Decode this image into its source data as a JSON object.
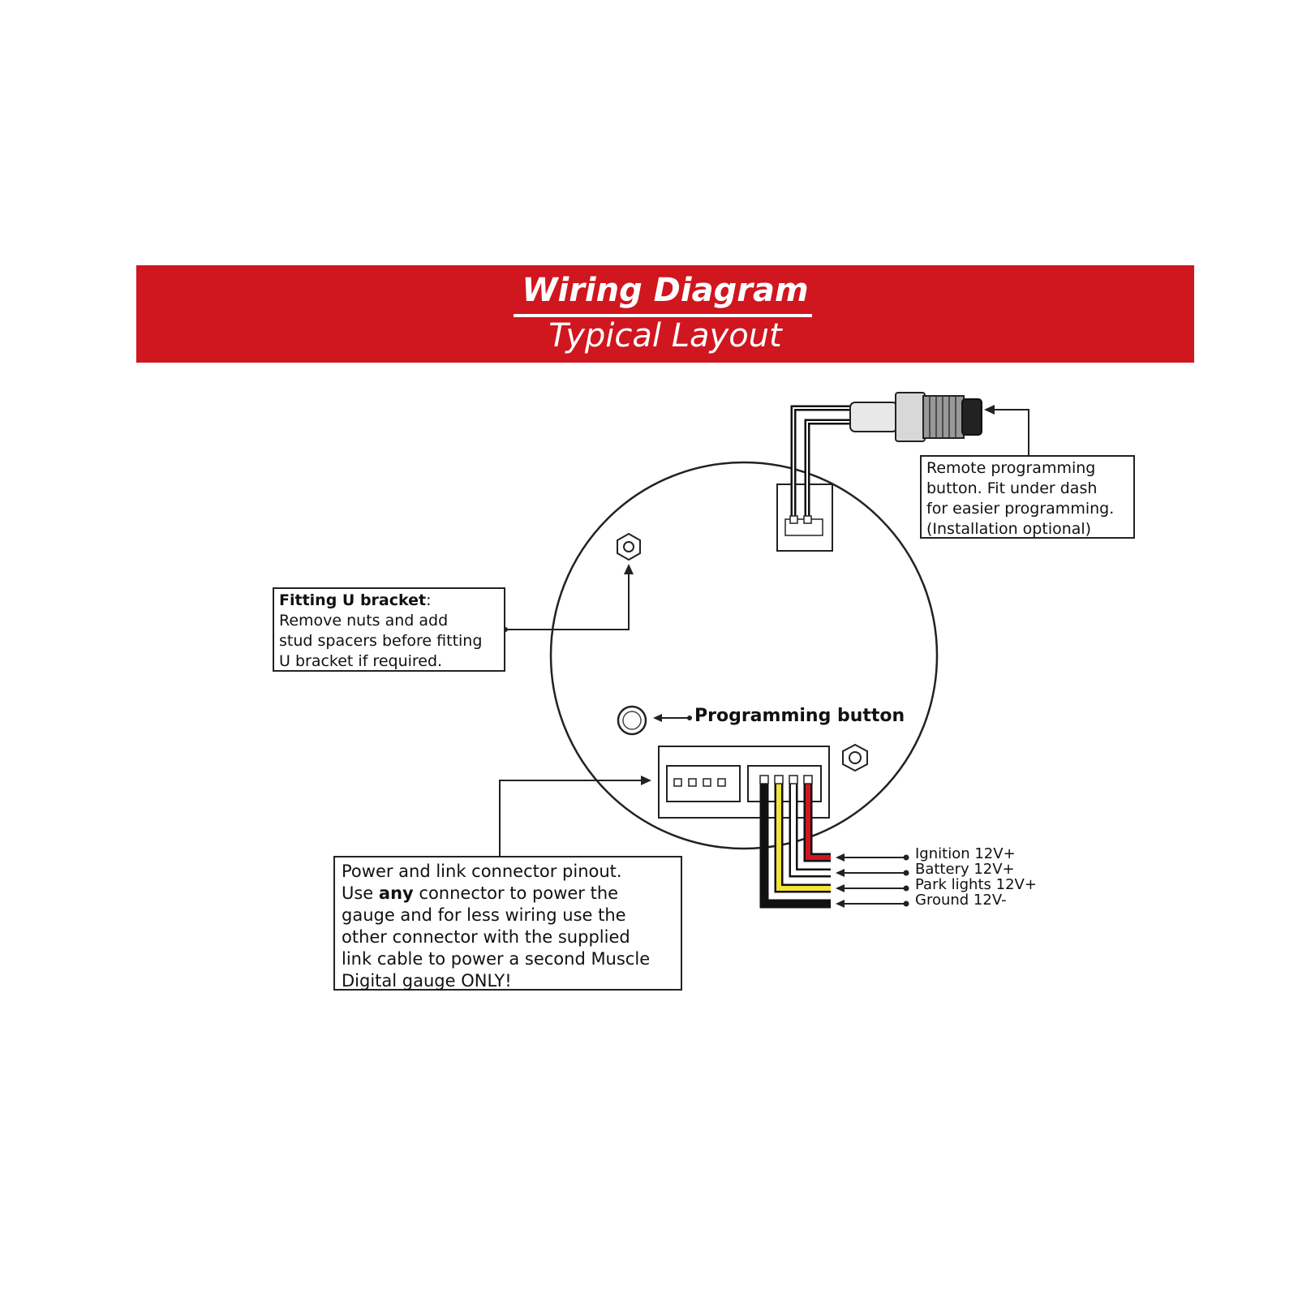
{
  "header": {
    "title": "Wiring Diagram",
    "subtitle": "Typical Layout"
  },
  "callouts": {
    "bracket": {
      "heading": "Fitting U bracket",
      "heading_suffix": ":",
      "lines": [
        "Remove nuts and add",
        "stud spacers before fitting",
        "U bracket if required."
      ]
    },
    "remote": {
      "lines": [
        "Remote programming",
        "button. Fit under dash",
        "for easier programming.",
        "(Installation optional)"
      ]
    },
    "power": {
      "line1": "Power and link connector pinout.",
      "line2_pre": "Use ",
      "line2_bold": "any",
      "line2_post": " connector to power the",
      "lines_rest": [
        "gauge and for less wiring use the",
        "other connector with the supplied",
        "link cable to power a second Muscle",
        "Digital gauge ONLY!"
      ]
    },
    "programming_button": "Programming button"
  },
  "wires": [
    {
      "label": "Ignition 12V+",
      "color": "#d0161f"
    },
    {
      "label": "Battery 12V+",
      "color": "#ffffff"
    },
    {
      "label": "Park lights 12V+",
      "color": "#f2e43a"
    },
    {
      "label": "Ground 12V-",
      "color": "#111111"
    }
  ],
  "colors": {
    "banner": "#d0161f",
    "outline": "#222222"
  }
}
